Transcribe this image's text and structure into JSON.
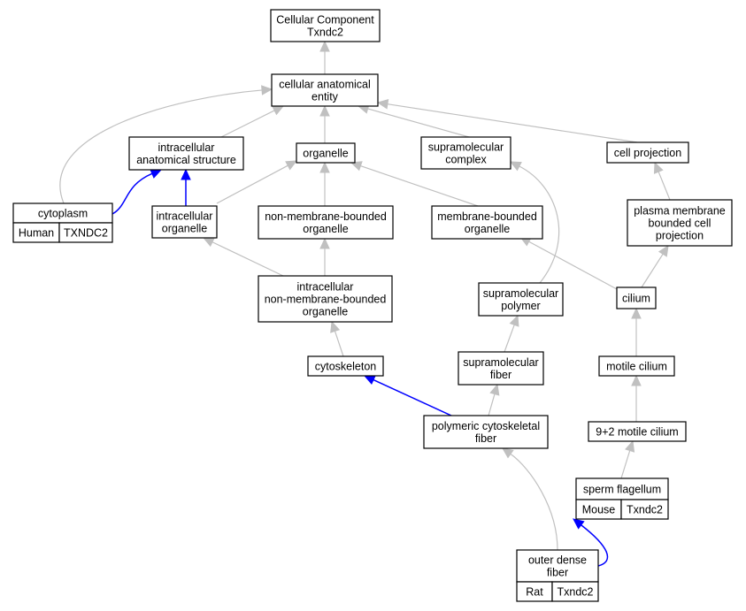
{
  "nodes": [
    {
      "id": "cc",
      "lines": [
        "Cellular Component",
        "Txndc2"
      ]
    },
    {
      "id": "cae",
      "lines": [
        "cellular anatomical",
        "entity"
      ]
    },
    {
      "id": "ias",
      "lines": [
        "intracellular",
        "anatomical structure"
      ]
    },
    {
      "id": "org",
      "lines": [
        "organelle"
      ]
    },
    {
      "id": "smc",
      "lines": [
        "supramolecular",
        "complex"
      ]
    },
    {
      "id": "cproj",
      "lines": [
        "cell projection"
      ]
    },
    {
      "id": "cyto",
      "lines": [
        "cytoplasm"
      ]
    },
    {
      "id": "iorg",
      "lines": [
        "intracellular",
        "organelle"
      ]
    },
    {
      "id": "nmbo",
      "lines": [
        "non-membrane-bounded",
        "organelle"
      ]
    },
    {
      "id": "mbo",
      "lines": [
        "membrane-bounded",
        "organelle"
      ]
    },
    {
      "id": "pmbcp",
      "lines": [
        "plasma membrane",
        "bounded cell",
        "projection"
      ]
    },
    {
      "id": "inmbo",
      "lines": [
        "intracellular",
        "non-membrane-bounded",
        "organelle"
      ]
    },
    {
      "id": "smp",
      "lines": [
        "supramolecular",
        "polymer"
      ]
    },
    {
      "id": "cil",
      "lines": [
        "cilium"
      ]
    },
    {
      "id": "cysk",
      "lines": [
        "cytoskeleton"
      ]
    },
    {
      "id": "smf",
      "lines": [
        "supramolecular",
        "fiber"
      ]
    },
    {
      "id": "mcil",
      "lines": [
        "motile cilium"
      ]
    },
    {
      "id": "pcf",
      "lines": [
        "polymeric cytoskeletal",
        "fiber"
      ]
    },
    {
      "id": "n92",
      "lines": [
        "9+2 motile cilium"
      ]
    },
    {
      "id": "spf",
      "lines": [
        "sperm flagellum"
      ]
    },
    {
      "id": "odf",
      "lines": [
        "outer dense",
        "fiber"
      ]
    }
  ],
  "annotations": [
    {
      "node": "cyto",
      "species": "Human",
      "gene": "TXNDC2",
      "color": "#ff6347"
    },
    {
      "node": "spf",
      "species": "Mouse",
      "gene": "Txndc2",
      "color": "#add8e6"
    },
    {
      "node": "odf",
      "species": "Rat",
      "gene": "Txndc2",
      "color": "#ffd700"
    }
  ],
  "edges": [
    {
      "from": "cae",
      "to": "cc",
      "type": "is_a"
    },
    {
      "from": "ias",
      "to": "cae",
      "type": "is_a"
    },
    {
      "from": "org",
      "to": "cae",
      "type": "is_a"
    },
    {
      "from": "smc",
      "to": "cae",
      "type": "is_a"
    },
    {
      "from": "cproj",
      "to": "cae",
      "type": "is_a"
    },
    {
      "from": "cyto",
      "to": "cae",
      "type": "is_a"
    },
    {
      "from": "cyto",
      "to": "ias",
      "type": "part_of"
    },
    {
      "from": "iorg",
      "to": "ias",
      "type": "part_of"
    },
    {
      "from": "iorg",
      "to": "org",
      "type": "is_a"
    },
    {
      "from": "nmbo",
      "to": "org",
      "type": "is_a"
    },
    {
      "from": "mbo",
      "to": "org",
      "type": "is_a"
    },
    {
      "from": "pmbcp",
      "to": "cproj",
      "type": "is_a"
    },
    {
      "from": "inmbo",
      "to": "iorg",
      "type": "is_a"
    },
    {
      "from": "inmbo",
      "to": "nmbo",
      "type": "is_a"
    },
    {
      "from": "smp",
      "to": "smc",
      "type": "is_a"
    },
    {
      "from": "cil",
      "to": "mbo",
      "type": "is_a"
    },
    {
      "from": "cil",
      "to": "pmbcp",
      "type": "is_a"
    },
    {
      "from": "cysk",
      "to": "inmbo",
      "type": "is_a"
    },
    {
      "from": "smf",
      "to": "smp",
      "type": "is_a"
    },
    {
      "from": "mcil",
      "to": "cil",
      "type": "is_a"
    },
    {
      "from": "pcf",
      "to": "smf",
      "type": "is_a"
    },
    {
      "from": "pcf",
      "to": "cysk",
      "type": "part_of"
    },
    {
      "from": "n92",
      "to": "mcil",
      "type": "is_a"
    },
    {
      "from": "spf",
      "to": "n92",
      "type": "is_a"
    },
    {
      "from": "odf",
      "to": "pcf",
      "type": "is_a"
    },
    {
      "from": "odf",
      "to": "spf",
      "type": "part_of"
    }
  ]
}
